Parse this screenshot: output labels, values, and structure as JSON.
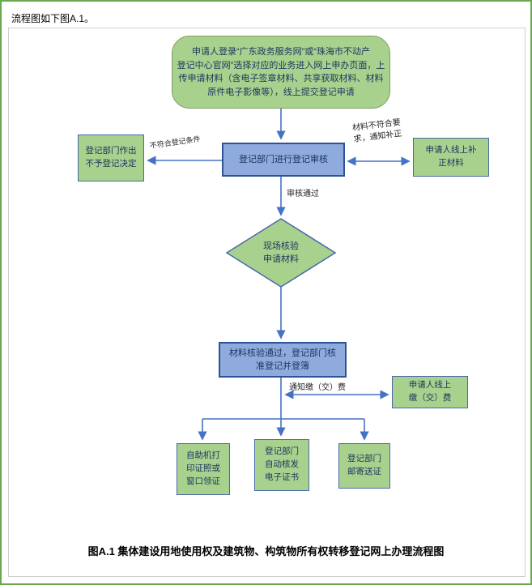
{
  "page": {
    "intro_text": "流程图如下图A.1。",
    "caption": "图A.1 集体建设用地使用权及建筑物、构筑物所有权转移登记网上办理流程图"
  },
  "flowchart": {
    "nodes": {
      "start": "申请人登录“广东政务服务网”或“珠海市不动产\n登记中心官网”选择对应的业务进入网上申办页面，上\n传申请材料（含电子签章材料、共享获取材料、材料\n原件电子影像等），线上提交登记申请",
      "review": "登记部门进行登记审核",
      "reject": "登记部门作出\n不予登记决定",
      "supplement": "申请人线上补\n正材料",
      "verify": "现场核验\n申请材料",
      "approve": "材料核验通过，登记部门核\n准登记并登簿",
      "pay": "申请人线上\n缴（交）费",
      "print": "自助机打\n印证照或\n窗口领证",
      "ecert": "登记部门\n自动核发\n电子证书",
      "mail": "登记部门\n邮寄送证"
    },
    "edge_labels": {
      "not_qualified": "不符合登记条件",
      "material_not_conform": "材料不符合要\n求，通知补正",
      "review_pass": "审核通过",
      "notify_pay": "通知缴（交）费"
    },
    "colors": {
      "page_border": "#6aa84f",
      "green_fill": "#a9d18e",
      "green_node_border": "#4a69a8",
      "blue_fill": "#8faadc",
      "blue_border": "#2e5395",
      "arrow": "#4472c4"
    }
  }
}
